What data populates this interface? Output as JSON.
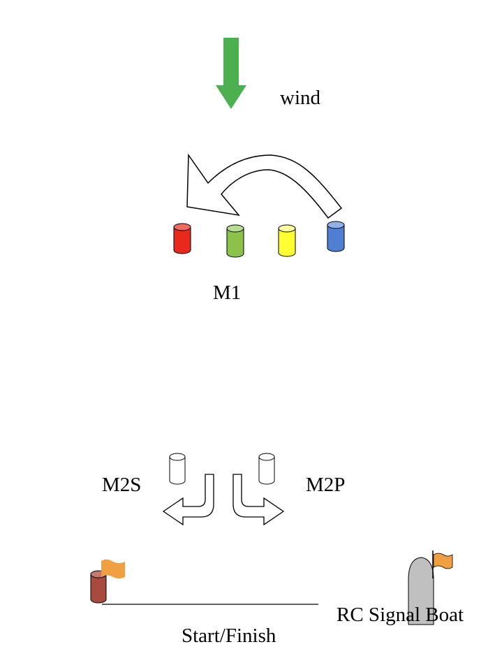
{
  "labels": {
    "wind": "wind",
    "m1": "M1",
    "m2s": "M2S",
    "m2p": "M2P",
    "start_finish": "Start/Finish",
    "rc_boat": "RC Signal Boat"
  },
  "colors": {
    "wind_arrow": "#4caf50",
    "mark_red": "#e8291c",
    "mark_green": "#8bc34a",
    "mark_yellow": "#ffff33",
    "mark_blue": "#4f7fd0",
    "start_pin": "#a94a3e",
    "flag": "#f0a040",
    "boat": "#c0c0c0"
  }
}
